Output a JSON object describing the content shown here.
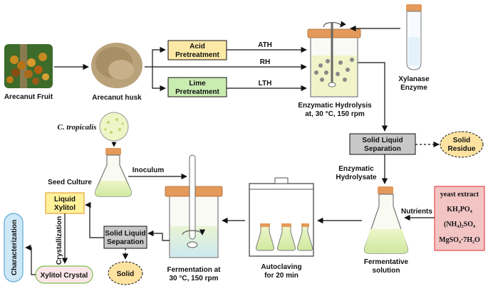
{
  "nodes": {
    "arecanut_fruit": "Arecanut Fruit",
    "arecanut_husk": "Arecanut husk",
    "acid_pretreatment": [
      "Acid",
      "Pretreatment"
    ],
    "lime_pretreatment": [
      "Lime",
      "Pretreatment"
    ],
    "ath": "ATH",
    "rh": "RH",
    "lth": "LTH",
    "enzymatic_hydrolysis": [
      "Enzymatic Hydrolysis",
      "at, 30 °C, 150 rpm"
    ],
    "xylanase_enzyme": [
      "Xylanase",
      "Enzyme"
    ],
    "solid_liquid_separation_1": [
      "Solid Liquid",
      "Separation"
    ],
    "solid_residue": [
      "Solid",
      "Residue"
    ],
    "enzymatic_hydrolysate": [
      "Enzymatic",
      "Hydrolysate"
    ],
    "nutrients": "Nutrients",
    "nutrient_list": [
      "yeast extract",
      "KH₂PO₄",
      "(NH₄)₂SO₄",
      "MgSO₄·7H₂O"
    ],
    "fermentative_solution": [
      "Fermentative",
      "solution"
    ],
    "autoclaving": [
      "Autoclaving",
      "for 20 min"
    ],
    "fermentation": [
      "Fermentation at",
      "30 °C, 150 rpm"
    ],
    "c_tropicalis": "C. tropicalis",
    "seed_culture": "Seed Culture",
    "inoculum": "Inoculum",
    "solid_liquid_separation_2": [
      "Solid Liquid",
      "Separation"
    ],
    "solid": "Solid",
    "liquid_xylitol": [
      "Liquid",
      "Xylitol"
    ],
    "crystallization": "Crystallization",
    "xylitol_crystal": "Xylitol Crystal",
    "characterization": "Characterization"
  },
  "colors": {
    "acid_box": "#fde9a6",
    "lime_box": "#c9ecb1",
    "grey_box": "#c8c8c8",
    "solid_oval": "#fde2a0",
    "nutrient_box": "#f2c4c4",
    "nutrient_border": "#e5484d",
    "xylitol_box": "#fff19a",
    "xylitol_border": "#e7a33b",
    "crystal_box": "#fbe6ea",
    "crystal_border": "#7fbf4e",
    "char_box": "#cfe8f7",
    "char_border": "#5aa8d6",
    "lid": "#e39a5a",
    "liquid": "#e9f2c0"
  }
}
